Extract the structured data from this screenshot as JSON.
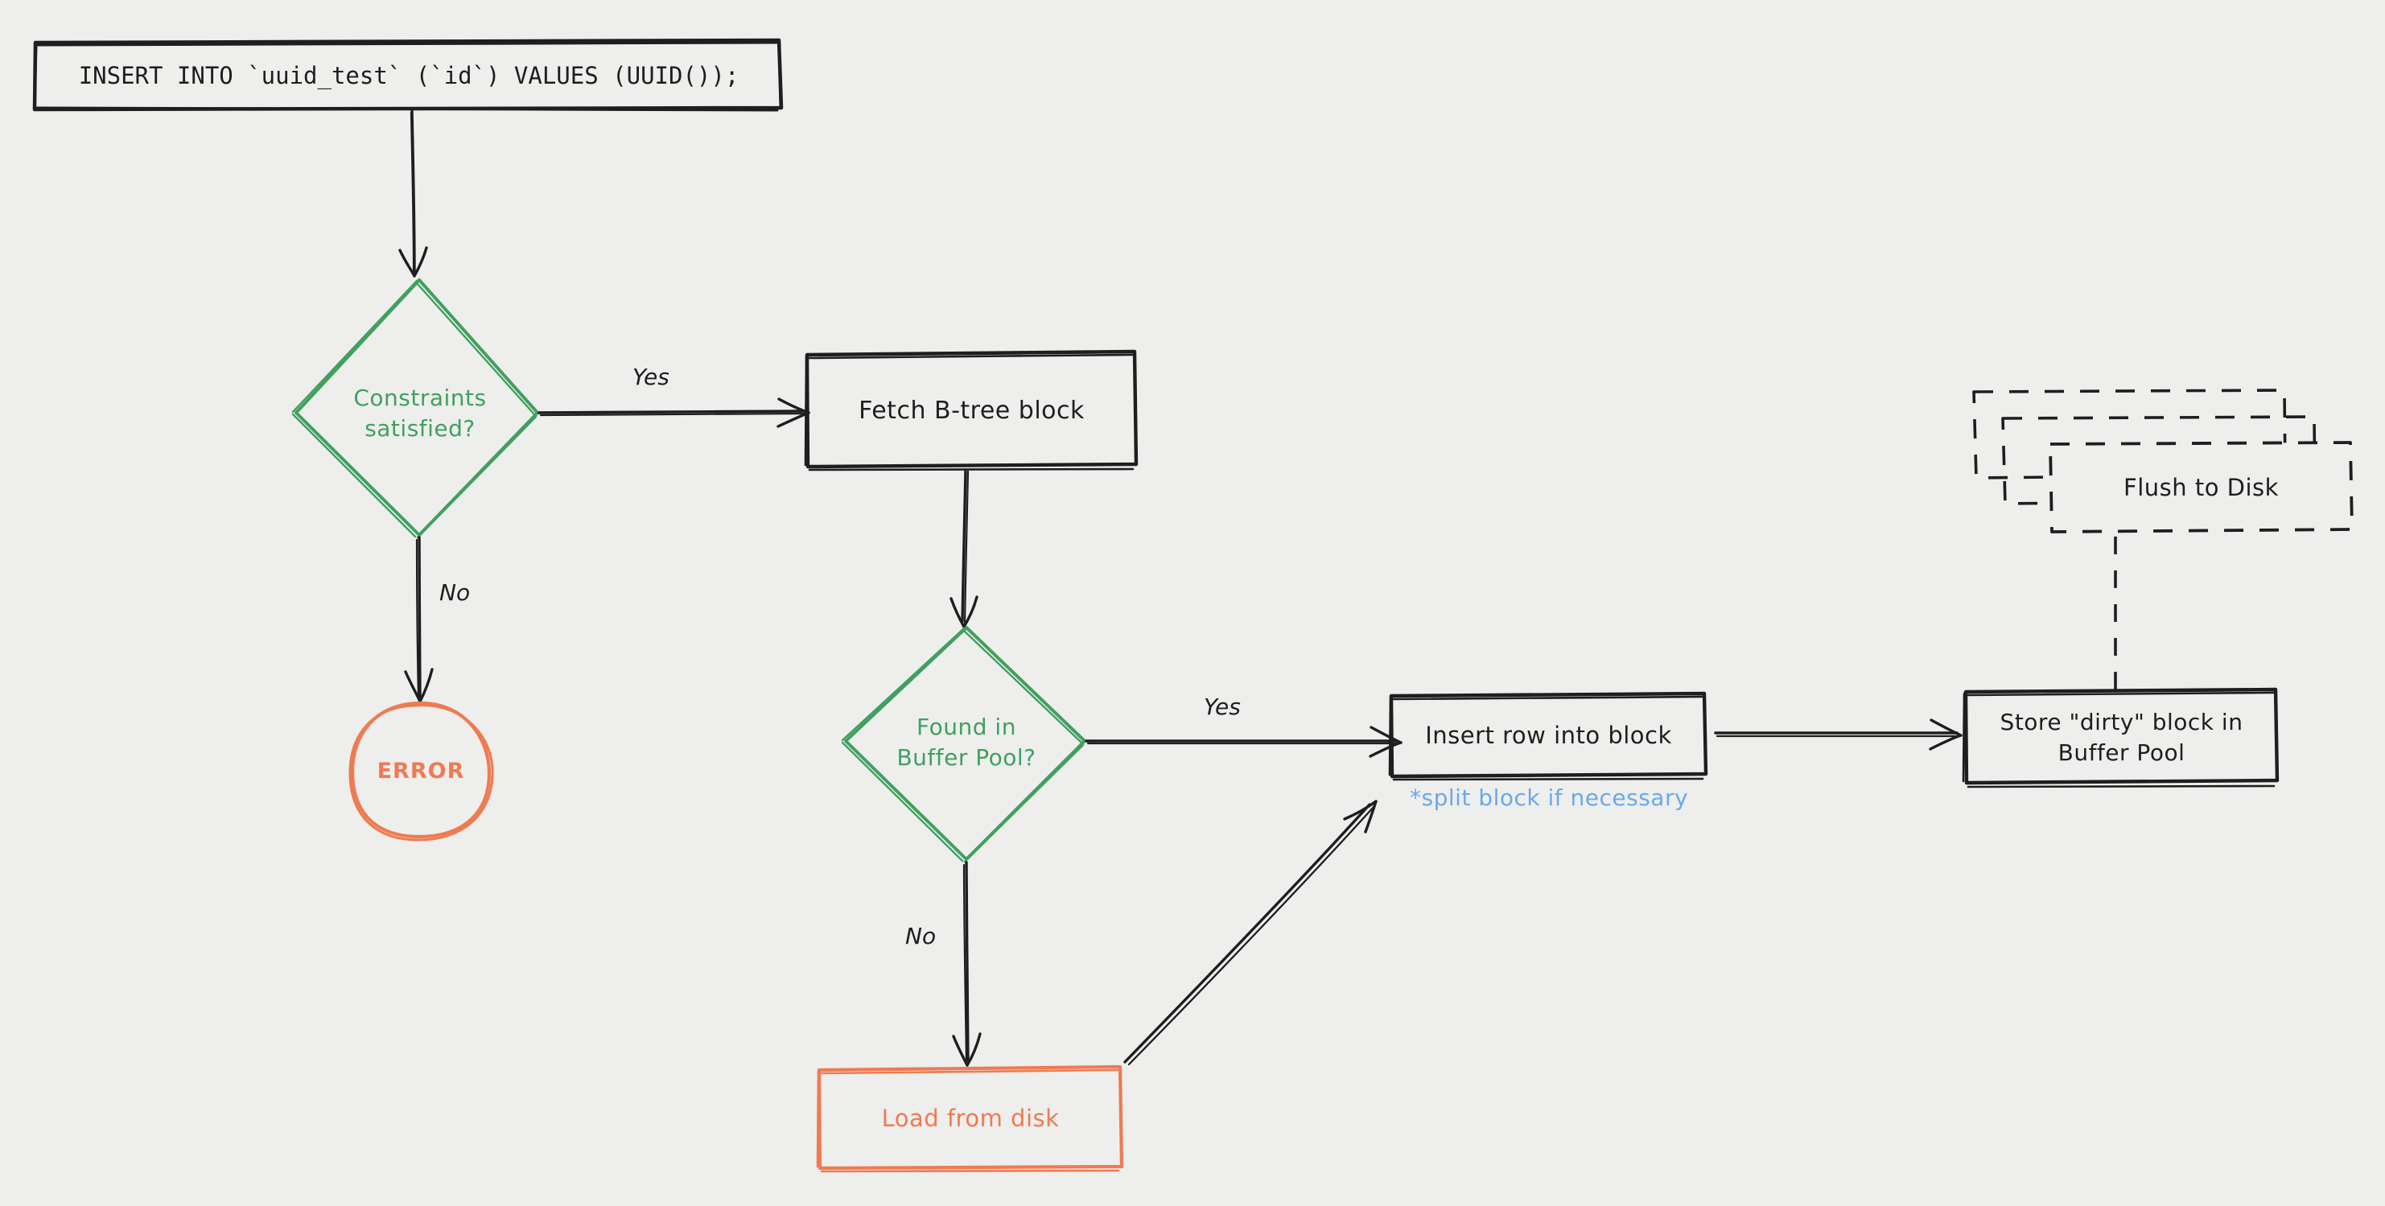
{
  "diagram": {
    "title": "MySQL INSERT execution flow",
    "background_color": "#eeeeed",
    "colors": {
      "ink": "#1e1e1e",
      "green": "#41a05e",
      "orange": "#ee7b52",
      "blue": "#6ba9e8"
    },
    "nodes": [
      {
        "id": "sql-statement",
        "label": "INSERT INTO `uuid_test` (`id`) VALUES (UUID());",
        "shape": "rectangle",
        "color": "#1e1e1e",
        "font": "mono"
      },
      {
        "id": "constraints-satisfied",
        "label": "Constraints\nsatisfied?",
        "shape": "diamond",
        "color": "#41a05e",
        "font": "hand"
      },
      {
        "id": "error",
        "label": "ERROR",
        "shape": "ellipse",
        "color": "#ee7b52",
        "font": "sans"
      },
      {
        "id": "fetch-btree-block",
        "label": "Fetch B-tree block",
        "shape": "rectangle",
        "color": "#1e1e1e",
        "font": "hand"
      },
      {
        "id": "found-in-buffer-pool",
        "label": "Found in\nBuffer Pool?",
        "shape": "diamond",
        "color": "#41a05e",
        "font": "hand"
      },
      {
        "id": "load-from-disk",
        "label": "Load from disk",
        "shape": "rectangle",
        "color": "#ee7b52",
        "font": "hand"
      },
      {
        "id": "insert-row-into-block",
        "label": "Insert row into block",
        "shape": "rectangle",
        "color": "#1e1e1e",
        "font": "hand"
      },
      {
        "id": "store-dirty-block",
        "label": "Store \"dirty\" block in\nBuffer Pool",
        "shape": "rectangle",
        "color": "#1e1e1e",
        "font": "hand"
      },
      {
        "id": "flush-to-disk",
        "label": "Flush to Disk",
        "shape": "stacked-dashed-rectangle",
        "color": "#1e1e1e",
        "font": "hand"
      }
    ],
    "annotations": [
      {
        "id": "split-block-note",
        "label": "*split block if necessary",
        "color": "#6ba9e8"
      }
    ],
    "edges": [
      {
        "id": "sql-to-constraints",
        "from": "sql-statement",
        "to": "constraints-satisfied",
        "label": ""
      },
      {
        "id": "constraints-yes",
        "from": "constraints-satisfied",
        "to": "fetch-btree-block",
        "label": "Yes"
      },
      {
        "id": "constraints-no",
        "from": "constraints-satisfied",
        "to": "error",
        "label": "No"
      },
      {
        "id": "fetch-to-found",
        "from": "fetch-btree-block",
        "to": "found-in-buffer-pool",
        "label": ""
      },
      {
        "id": "found-yes",
        "from": "found-in-buffer-pool",
        "to": "insert-row-into-block",
        "label": "Yes"
      },
      {
        "id": "found-no",
        "from": "found-in-buffer-pool",
        "to": "load-from-disk",
        "label": "No"
      },
      {
        "id": "load-to-insert",
        "from": "load-from-disk",
        "to": "insert-row-into-block",
        "label": ""
      },
      {
        "id": "insert-to-store",
        "from": "insert-row-into-block",
        "to": "store-dirty-block",
        "label": ""
      },
      {
        "id": "store-to-flush",
        "from": "store-dirty-block",
        "to": "flush-to-disk",
        "label": "",
        "style": "dashed"
      }
    ]
  }
}
